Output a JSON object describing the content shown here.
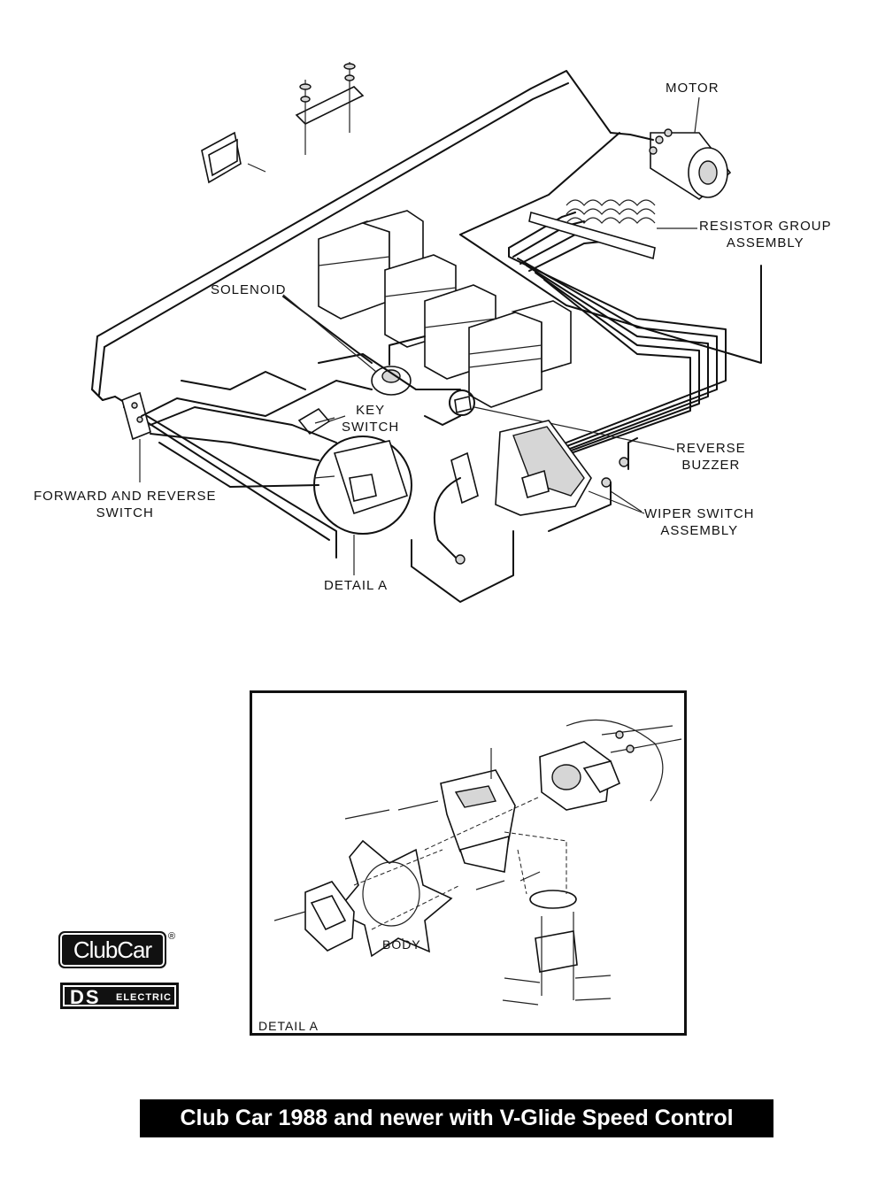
{
  "labels": {
    "motor": "MOTOR",
    "resistor_line1": "RESISTOR GROUP",
    "resistor_line2": "ASSEMBLY",
    "solenoid": "SOLENOID",
    "key_line1": "KEY",
    "key_line2": "SWITCH",
    "reverse_line1": "REVERSE",
    "reverse_line2": "BUZZER",
    "forward_line1": "FORWARD AND REVERSE",
    "forward_line2": "SWITCH",
    "wiper_line1": "WIPER SWITCH",
    "wiper_line2": "ASSEMBLY",
    "detail_a": "DETAIL A",
    "body": "BODY",
    "detail_box_label": "DETAIL  A"
  },
  "logos": {
    "clubcar": "ClubCar",
    "registered": "®",
    "ds": "DS",
    "electric": "ELECTRIC"
  },
  "caption": "Club Car  1988 and newer with V-Glide Speed Control",
  "colors": {
    "ink": "#111111",
    "paper": "#ffffff",
    "caption_bg": "#000000",
    "caption_fg": "#ffffff"
  }
}
